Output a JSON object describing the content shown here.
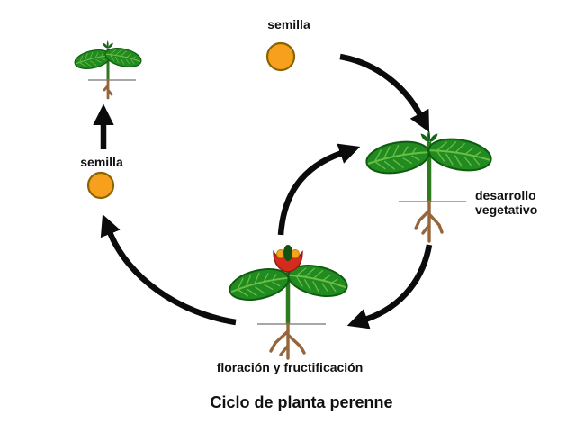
{
  "diagram": {
    "title": "Ciclo de planta perenne",
    "nodes": [
      {
        "id": "seed-top",
        "label": "semilla",
        "icon": "seed-icon"
      },
      {
        "id": "vegetative",
        "label": "desarrollo vegetativo",
        "icon": "vegetative-plant-icon"
      },
      {
        "id": "flowering",
        "label": "floración y fructificación",
        "icon": "flowering-plant-icon"
      },
      {
        "id": "seed-left",
        "label": "semilla",
        "icon": "seed-icon"
      },
      {
        "id": "seedling",
        "label": "",
        "icon": "seedling-icon"
      }
    ],
    "edges": [
      {
        "from": "seed-top",
        "to": "vegetative",
        "style": "curved"
      },
      {
        "from": "vegetative",
        "to": "flowering",
        "style": "curved"
      },
      {
        "from": "flowering",
        "to": "vegetative",
        "style": "curved"
      },
      {
        "from": "flowering",
        "to": "seed-left",
        "style": "curved"
      },
      {
        "from": "seed-left",
        "to": "seedling",
        "style": "straight"
      }
    ]
  },
  "colors": {
    "background": "#ffffff",
    "text-color": "#111111",
    "arrow-color": "#0b0b0b",
    "leaf-green": "#218a21",
    "leaf-edge": "#0e5c0e",
    "vein-green": "#6abf45",
    "stem-green": "#2d7a1f",
    "bud-green": "#156315",
    "root-brown": "#96653a",
    "soil-gray": "#8a8a8a",
    "seed-orange": "#f7a01d",
    "seed-edge": "#8a6400",
    "flower-red": "#d52b1e",
    "flower-dark": "#8f1a10",
    "stamen-yellow": "#f2a51d",
    "stamen-edge": "#c2820a",
    "pistil-green": "#145214"
  }
}
